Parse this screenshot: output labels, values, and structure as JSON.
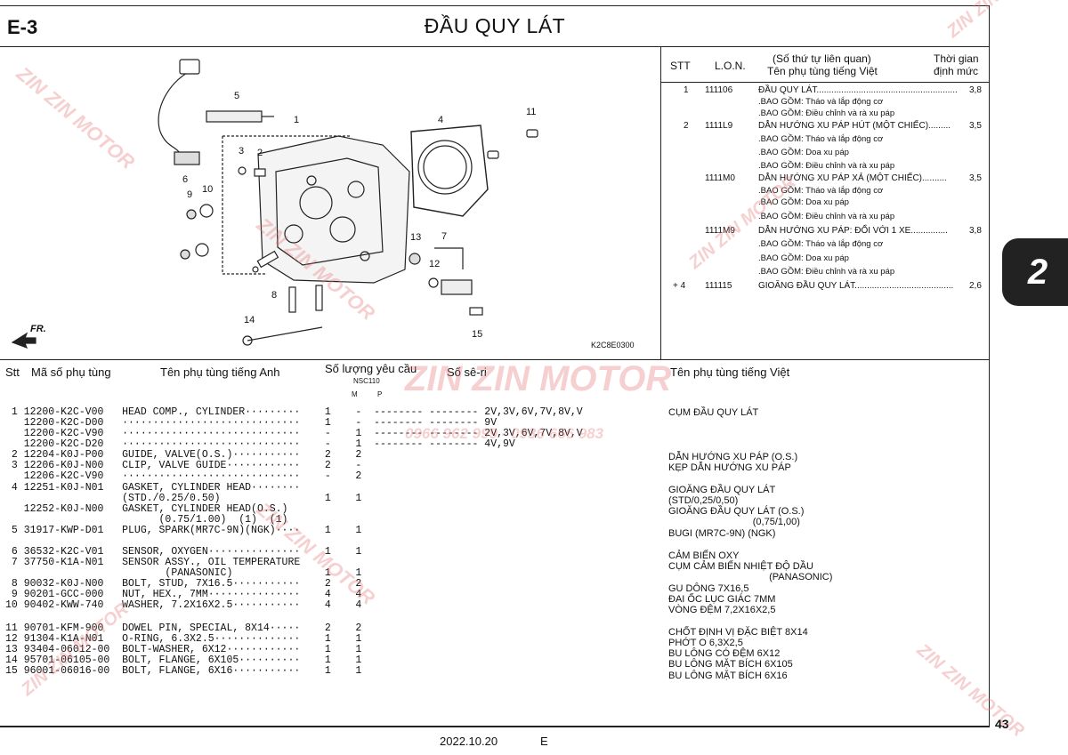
{
  "header": {
    "section_code": "E-3",
    "title": "ĐẦU QUY LÁT"
  },
  "diagram": {
    "callouts": [
      "1",
      "2",
      "3",
      "4",
      "5",
      "6",
      "7",
      "8",
      "9",
      "10",
      "11",
      "12",
      "13",
      "14",
      "15"
    ],
    "front_label": "FR.",
    "diagram_code": "K2C8E0300"
  },
  "ref_table": {
    "col_stt": "STT",
    "col_lon": "L.O.N.",
    "col_name_1": "(Số thứ tự liên quan)",
    "col_name_2": "Tên phụ tùng tiếng Việt",
    "col_time_1": "Thời gian",
    "col_time_2": "định mức",
    "rows": [
      {
        "stt": "1",
        "lon": "111106",
        "name": "ĐẦU QUY LÁT.........................................................",
        "time": "3,8"
      },
      {
        "stt": "",
        "lon": "",
        "name": ".BAO GỒM: Tháo và lắp động cơ",
        "time": ""
      },
      {
        "stt": "",
        "lon": "",
        "name": ".BAO GỒM: Điều chỉnh và rà xu páp",
        "time": ""
      },
      {
        "stt": "2",
        "lon": "1111L9",
        "name": "DẪN HƯỚNG XU PÁP HÚT (MỘT CHIẾC).........",
        "time": "3,5"
      },
      {
        "stt": "",
        "lon": "",
        "name": ".BAO GỒM: Tháo và lắp động cơ",
        "time": ""
      },
      {
        "stt": "",
        "lon": "",
        "name": ".BAO GỒM: Doa xu páp",
        "time": ""
      },
      {
        "stt": "",
        "lon": "",
        "name": ".BAO GỒM: Điều chỉnh và rà xu páp",
        "time": ""
      },
      {
        "stt": "",
        "lon": "1111M0",
        "name": "DẪN HƯỚNG XU PÁP XẢ (MỘT CHIẾC)..........",
        "time": "3,5"
      },
      {
        "stt": "",
        "lon": "",
        "name": ".BAO GỒM: Tháo và lắp động cơ",
        "time": ""
      },
      {
        "stt": "",
        "lon": "",
        "name": ".BAO GỒM: Doa xu páp",
        "time": ""
      },
      {
        "stt": "",
        "lon": "",
        "name": ".BAO GỒM: Điều chỉnh và rà xu páp",
        "time": ""
      },
      {
        "stt": "",
        "lon": "1111M9",
        "name": "DẪN HƯỚNG XU PÁP: ĐỔI VỚI 1 XE...............",
        "time": "3,8"
      },
      {
        "stt": "",
        "lon": "",
        "name": ".BAO GỒM: Tháo và lắp động cơ",
        "time": ""
      },
      {
        "stt": "",
        "lon": "",
        "name": ".BAO GỒM: Doa xu páp",
        "time": ""
      },
      {
        "stt": "",
        "lon": "",
        "name": ".BAO GỒM: Điều chỉnh và rà xu páp",
        "time": ""
      },
      {
        "stt": "+ 4",
        "lon": "111115",
        "name": "GIOĂNG ĐẦU QUY LÁT........................................",
        "time": "2,6"
      }
    ]
  },
  "parts_header": {
    "stt": "Stt",
    "part_no": "Mã số phụ tùng",
    "name_en": "Tên phụ tùng tiếng Anh",
    "qty": "Số lượng yêu cầu",
    "model": "NSC110",
    "m": "M",
    "p": "P",
    "serial": "Số sê-ri",
    "name_vn": "Tên phụ tùng tiếng Việt"
  },
  "parts_lines": [
    " 1 12200-K2C-V00   HEAD COMP., CYLINDER·········    1    -  -------- -------- 2V,3V,6V,7V,8V,V",
    "   12200-K2C-D00   ·····························    1    -  -------- -------- 9V",
    "   12200-K2C-V90   ·····························    -    1  -------- -------- 2V,3V,6V,7V,8V,V",
    "   12200-K2C-D20   ·····························    -    1  -------- -------- 4V,9V",
    " 2 12204-K0J-P00   GUIDE, VALVE(O.S.)···········    2    2",
    " 3 12206-K0J-N00   CLIP, VALVE GUIDE············    2    -",
    "   12206-K2C-V90   ·····························    -    2",
    " 4 12251-K0J-N01   GASKET, CYLINDER HEAD········",
    "                   (STD./0.25/0.50)                 1    1",
    "   12252-K0J-N00   GASKET, CYLINDER HEAD(O.S.)",
    "                         (0.75/1.00)  (1)  (1)",
    " 5 31917-KWP-D01   PLUG, SPARK(MR7C-9N)(NGK)····    1    1",
    "",
    " 6 36532-K2C-V01   SENSOR, OXYGEN···············    1    1",
    " 7 37750-K1A-N01   SENSOR ASSY., OIL TEMPERATURE",
    "                          (PANASONIC)               1    1",
    " 8 90032-K0J-N00   BOLT, STUD, 7X16.5···········    2    2",
    " 9 90201-GCC-000   NUT, HEX., 7MM···············    4    4",
    "10 90402-KWW-740   WASHER, 7.2X16X2.5···········    4    4",
    "",
    "11 90701-KFM-900   DOWEL PIN, SPECIAL, 8X14·····    2    2",
    "12 91304-K1A-N01   O-RING, 6.3X2.5··············    1    1",
    "13 93404-06012-00  BOLT-WASHER, 6X12············    1    1",
    "14 95701-06105-00  BOLT, FLANGE, 6X105··········    1    1",
    "15 96001-06016-00  BOLT, FLANGE, 6X16···········    1    1"
  ],
  "vn_lines": [
    "CỤM ĐẦU QUY LÁT",
    "",
    "",
    "",
    "DẪN HƯỚNG XU PÁP (O.S.)",
    "KẸP DẪN HƯỚNG XU PÁP",
    "",
    "GIOĂNG ĐẦU QUY LÁT",
    "(STD/0,25/0,50)",
    "GIOĂNG ĐẦU QUY LÁT (O.S.)",
    "                               (0,75/1,00)",
    "BUGI (MR7C-9N) (NGK)",
    "",
    "CẢM BIẾN OXY",
    "CỤM CẢM BIẾN NHIỆT ĐỘ DẦU",
    "                                     (PANASONIC)",
    "GU DÔNG 7X16,5",
    "ĐAI ỐC LỤC GIÁC 7MM",
    "VÒNG ĐỆM 7,2X16X2,5",
    "",
    "CHỐT ĐỊNH VỊ ĐẶC BIỆT 8X14",
    "PHỚT O 6,3X2,5",
    "BU LÔNG CÓ ĐỆM 6X12",
    "BU LÔNG MẶT BÍCH 6X105",
    "BU LÔNG MẶT BÍCH 6X16"
  ],
  "side_tab": "2",
  "page_number": "43",
  "footer": {
    "date": "2022.10.20",
    "code": "E"
  },
  "watermark": {
    "brand": "ZIN ZIN MOTOR",
    "phone": "0966 962 999 - 0936 666 983",
    "color": "#e67878"
  }
}
